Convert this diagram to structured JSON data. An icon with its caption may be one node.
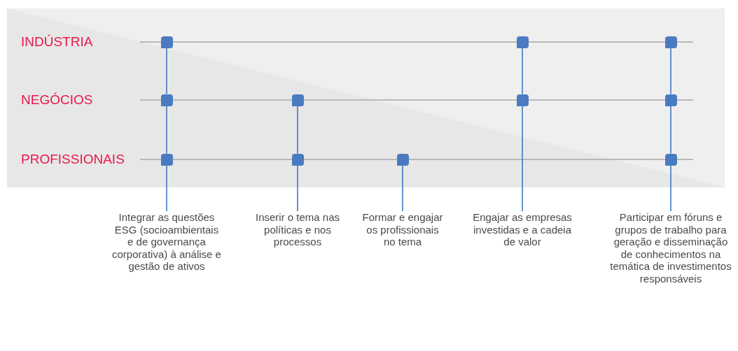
{
  "diagram": {
    "nodes": [
      {
        "text": [],
        "shape": "box"
      },
      {
        "text": [],
        "shape": "box"
      },
      {
        "text": [],
        "shape": "box"
      },
      {
        "text": [],
        "shape": "box"
      },
      {
        "text": [],
        "shape": "box"
      },
      {
        "text": [],
        "shape": "box"
      },
      {
        "text": [],
        "shape": "box"
      },
      {
        "text": [],
        "shape": "box"
      },
      {
        "text": [],
        "shape": "box"
      },
      {
        "text": [],
        "shape": "box"
      },
      {
        "text": [],
        "shape": "box"
      },
      {
        "text": [
          "Integrar as questões ESG (socioambientais e de governança corporativa) à análise e gestão de ativos"
        ]
      },
      {
        "text": [
          "Inserir o tema nas políticas e nos processos"
        ]
      },
      {
        "text": [
          "Formar e engajar os profissionais no tema"
        ]
      },
      {
        "text": [
          "Engajar as empresas investidas e a cadeia de valor"
        ]
      },
      {
        "text": [
          "Participar em fóruns e grupos de trabalho para geração e disseminação de conhecimentos na temática de investimentos responsáveis"
        ]
      }
    ],
    "edges": [
      {
        "from": 0,
        "to": 3,
        "arrow": "none"
      },
      {
        "from": 3,
        "to": 7,
        "arrow": "none"
      },
      {
        "from": 7,
        "to": 11,
        "arrow": "none"
      },
      {
        "from": 4,
        "to": 8,
        "arrow": "none"
      },
      {
        "from": 8,
        "to": 12,
        "arrow": "none"
      },
      {
        "from": 9,
        "to": 13,
        "arrow": "none"
      },
      {
        "from": 1,
        "to": 5,
        "arrow": "none"
      },
      {
        "from": 5,
        "to": 14,
        "arrow": "none"
      },
      {
        "from": 2,
        "to": 6,
        "arrow": "none"
      },
      {
        "from": 6,
        "to": 10,
        "arrow": "none"
      },
      {
        "from": 10,
        "to": 15,
        "arrow": "none"
      }
    ],
    "labels": [
      "INDÚSTRIA",
      "NEGÓCIOS",
      "PROFISSIONAIS"
    ]
  }
}
